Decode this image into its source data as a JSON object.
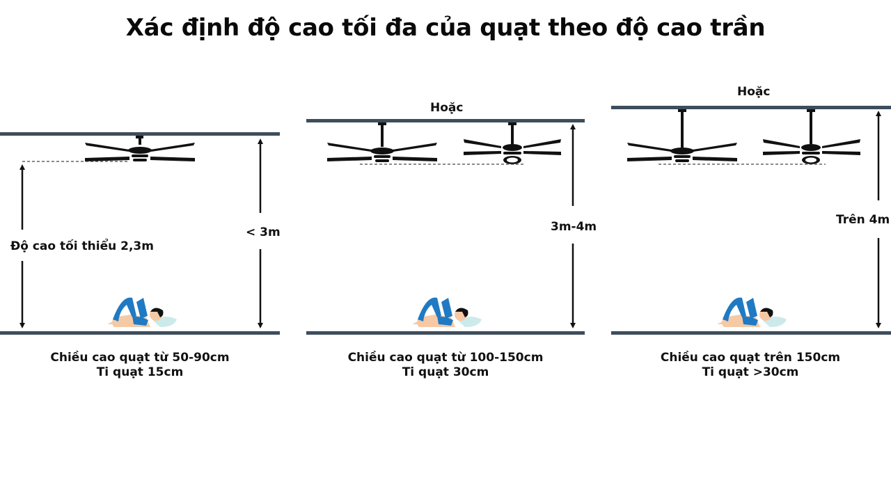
{
  "title": "Xác định độ cao tối đa của quạt theo độ cao trần",
  "colors": {
    "ceiling_floor": "#3e4d5c",
    "fan": "#111111",
    "person_skin": "#f6c9a5",
    "person_clothes": "#1f7ac3",
    "pillow": "#cdeaea"
  },
  "panels": [
    {
      "height_label": "< 3m",
      "min_label": "Độ cao tối thiểu 2,3m",
      "caption_line1": "Chiều cao quạt từ 50-90cm",
      "caption_line2": "Ti quạt 15cm"
    },
    {
      "or_label": "Hoặc",
      "height_label": "3m-4m",
      "caption_line1": "Chiều cao quạt từ 100-150cm",
      "caption_line2": "Ti quạt 30cm"
    },
    {
      "or_label": "Hoặc",
      "height_label": "Trên 4m",
      "caption_line1": "Chiều cao quạt trên 150cm",
      "caption_line2": "Ti quạt >30cm"
    }
  ]
}
